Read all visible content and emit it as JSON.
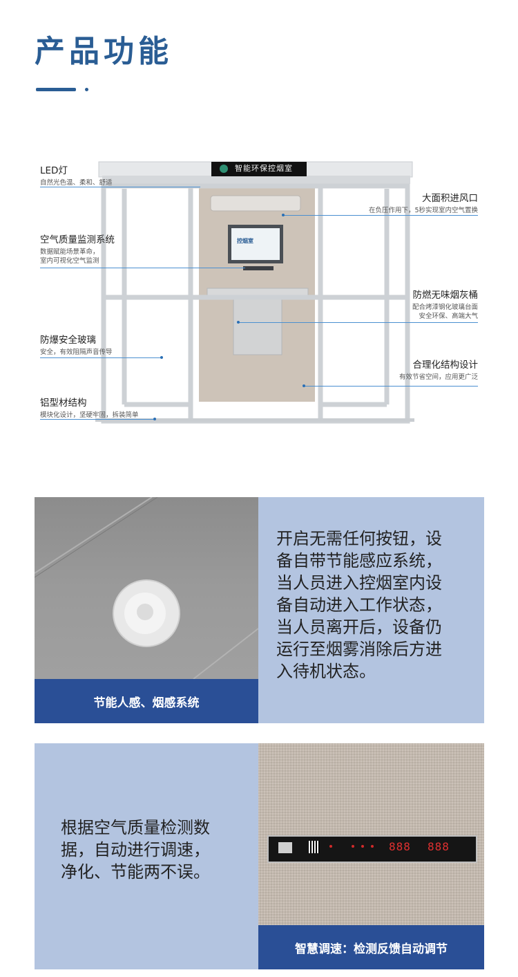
{
  "header": {
    "title": "产品功能"
  },
  "booth": {
    "sign_text": "智能环保控烟室",
    "screen_text": "控烟室",
    "labels": {
      "led": {
        "title": "LED灯",
        "desc": [
          "自然光色温、柔和、舒适"
        ]
      },
      "air": {
        "title": "空气质量监测系统",
        "desc": [
          "数据赋能场景革命，",
          "室内可视化空气监测"
        ]
      },
      "glass": {
        "title": "防爆安全玻璃",
        "desc": [
          "安全，有效阻隔声音传导"
        ]
      },
      "frame": {
        "title": "铝型材结构",
        "desc": [
          "模块化设计，坚硬牢固，拆装简单"
        ]
      },
      "vent": {
        "title": "大面积进风口",
        "desc": [
          "在负压作用下，5秒实现室内空气置换"
        ]
      },
      "bin": {
        "title": "防燃无味烟灰桶",
        "desc": [
          "配合烤漆钢化玻璃台面",
          "安全环保、高端大气"
        ]
      },
      "struct": {
        "title": "合理化结构设计",
        "desc": [
          "有效节省空间，应用更广泛"
        ]
      }
    }
  },
  "feature1": {
    "caption": "节能人感、烟感系统",
    "text": [
      "开启无需任何按钮，设",
      "备自带节能感应系统，",
      "当人员进入控烟室内设",
      "备自动进入工作状态，",
      "当人员离开后，设备仍",
      "运行至烟雾消除后方进",
      "入待机状态。"
    ]
  },
  "feature2": {
    "caption": "智慧调速：检测反馈自动调节",
    "text": [
      "根据空气质量检测数",
      "据，自动进行调速，",
      "净化、节能两不误。"
    ],
    "panel": {
      "display1": "888",
      "display2": "888"
    }
  },
  "colors": {
    "brand": "#2a5d94",
    "caption_bg": "#2a4f96",
    "text_bg": "#b3c4e0"
  }
}
